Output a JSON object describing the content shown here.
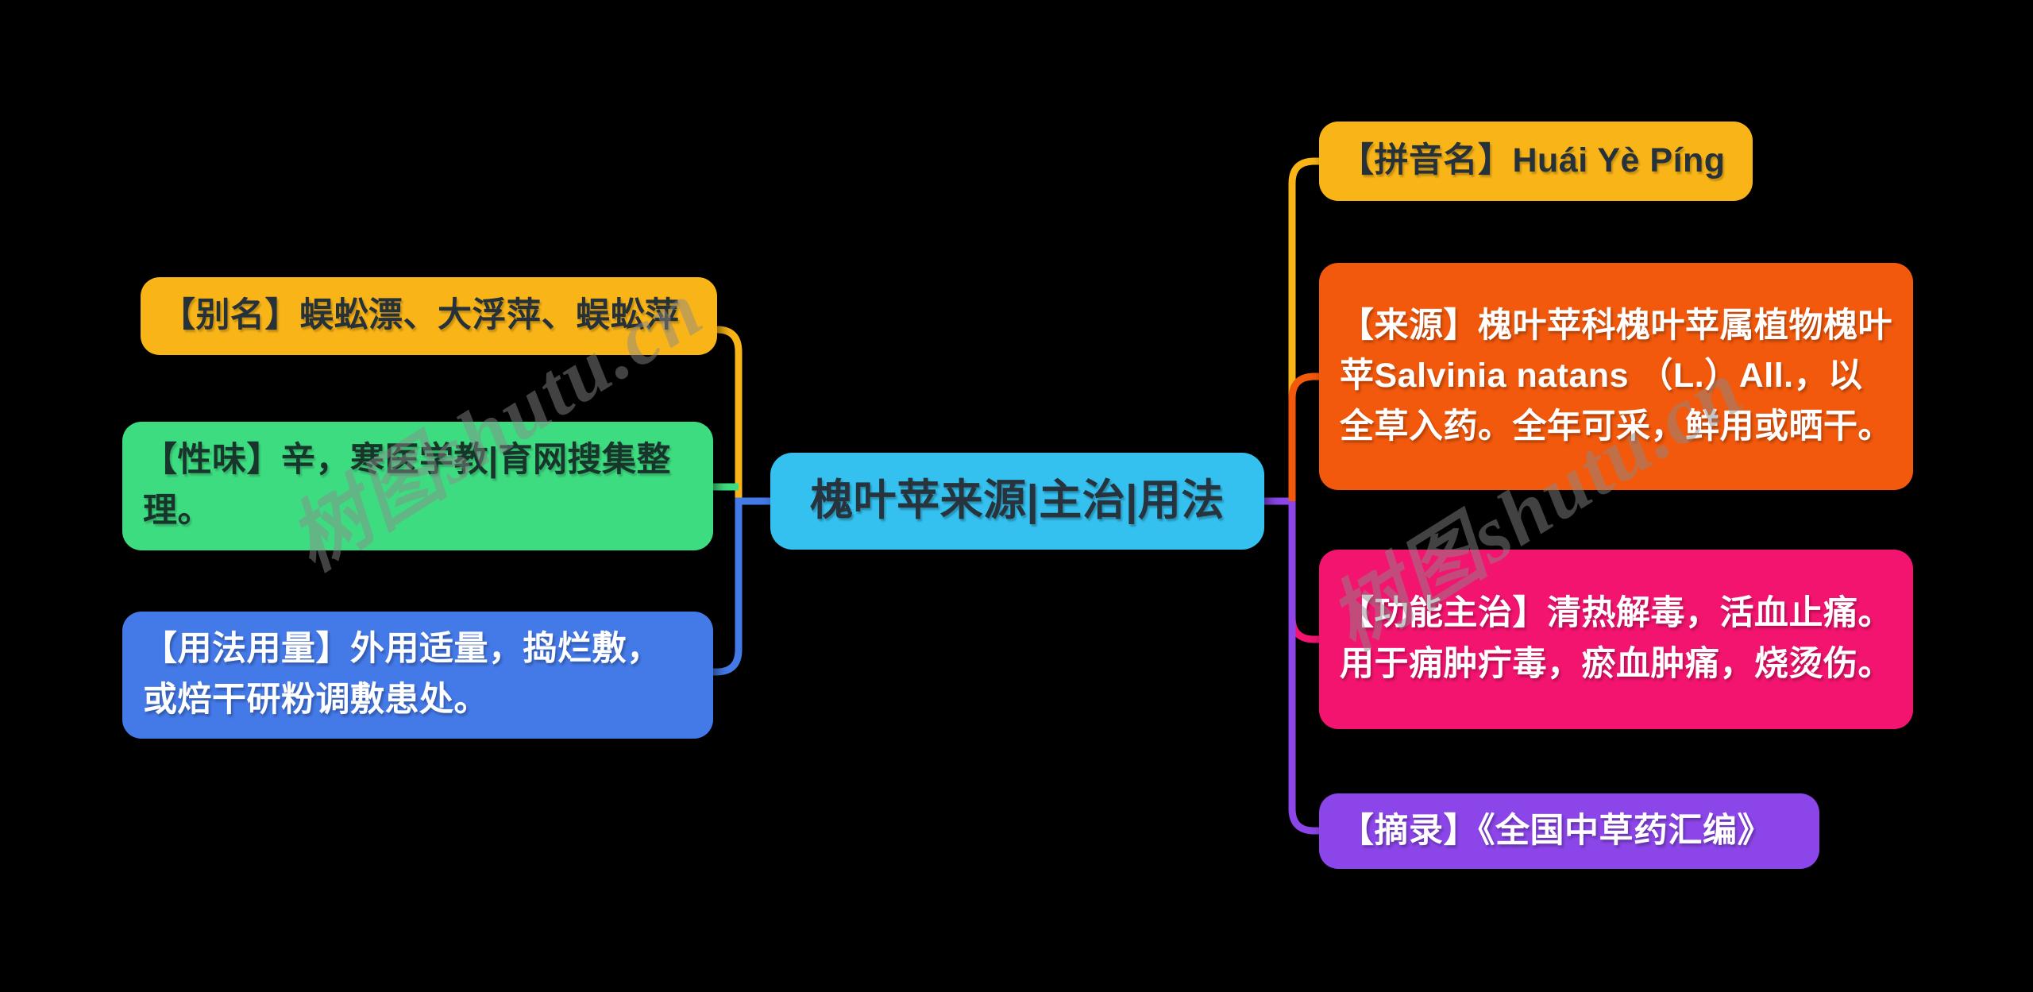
{
  "app": {
    "background": "#000000",
    "type_label": "mindmap"
  },
  "watermark": {
    "text": "树图shutu.cn"
  },
  "center_node": {
    "label": "槐叶苹来源|主治|用法",
    "color": "#35C1F0",
    "text_color": "#27343E"
  },
  "left_branches": [
    {
      "id": "alias",
      "label": "【别名】蜈蚣漂、大浮萍、蜈蚣萍",
      "color": "#F9B517",
      "text_color": "#27313A",
      "line_color": "#F9B517"
    },
    {
      "id": "flavor",
      "label": "【性味】辛，寒医学教|育网搜集整理。",
      "color": "#3EDC80",
      "text_color": "#17352A",
      "line_color": "#3EDC80"
    },
    {
      "id": "usage",
      "label": "【用法用量】外用适量，捣烂敷，或焙干研粉调敷患处。",
      "color": "#4479E8",
      "text_color": "#FFFFFF",
      "line_color": "#4479E8"
    }
  ],
  "right_branches": [
    {
      "id": "pinyin",
      "label": "【拼音名】Huái Yè Píng",
      "color": "#F9B517",
      "text_color": "#27313A",
      "line_color": "#F9B517"
    },
    {
      "id": "source",
      "label": "【来源】槐叶苹科槐叶苹属植物槐叶苹Salvinia natans （L.）All.，以全草入药。全年可采，鲜用或晒干。",
      "color": "#F2590C",
      "text_color": "#FFFFFF",
      "line_color": "#F2590C"
    },
    {
      "id": "function",
      "label": "【功能主治】清热解毒，活血止痛。用于痈肿疔毒，瘀血肿痛，烧烫伤。",
      "color": "#F3146F",
      "text_color": "#FFFFFF",
      "line_color": "#F3146F"
    },
    {
      "id": "excerpt",
      "label": "【摘录】《全国中草药汇编》",
      "color": "#8B45E8",
      "text_color": "#FFFFFF",
      "line_color": "#8B45E8"
    }
  ]
}
